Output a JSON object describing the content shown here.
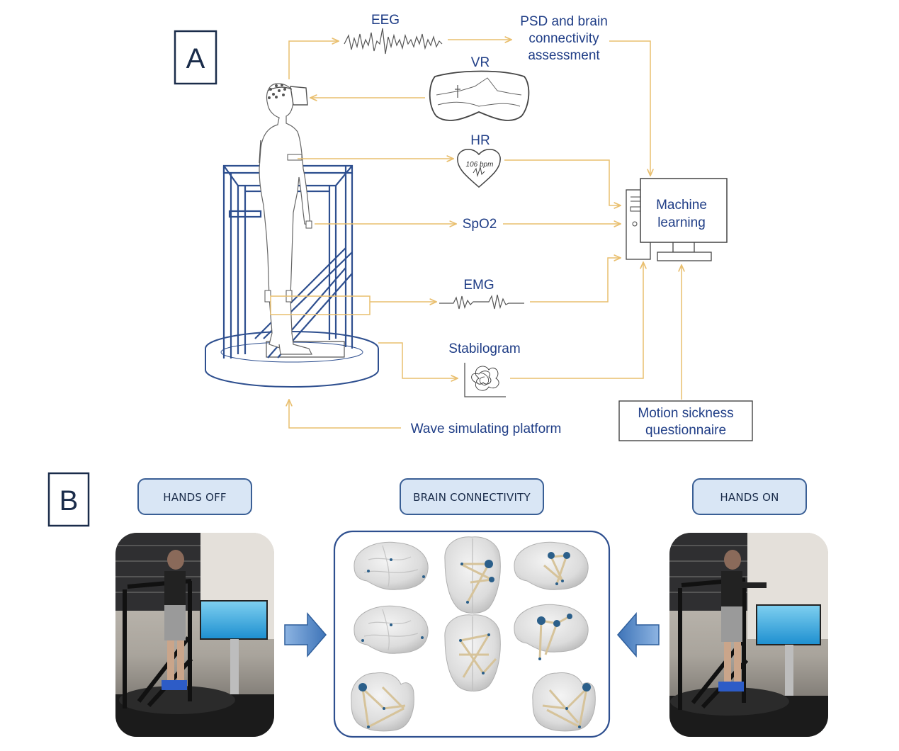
{
  "panel_a": {
    "letter": "A",
    "eeg_label": "EEG",
    "psd_label_line1": "PSD and brain",
    "psd_label_line2": "connectivity",
    "psd_label_line3": "assessment",
    "vr_label": "VR",
    "hr_label": "HR",
    "hr_value": "106 bpm",
    "spo2_label": "SpO2",
    "emg_label": "EMG",
    "stabilogram_label": "Stabilogram",
    "ml_label_line1": "Machine",
    "ml_label_line2": "learning",
    "msq_label_line1": "Motion sickness",
    "msq_label_line2": "questionnaire",
    "platform_label": "Wave simulating platform"
  },
  "panel_b": {
    "letter": "B",
    "hands_off": "HANDS OFF",
    "brain_connectivity": "BRAIN CONNECTIVITY",
    "hands_on": "HANDS ON"
  },
  "colors": {
    "line_gold": "#e9bf6f",
    "text_blue": "#1f3d86",
    "pill_fill": "#d9e6f5",
    "pill_border": "#3a5f95",
    "arrow_blue": "#4a7ec0"
  }
}
